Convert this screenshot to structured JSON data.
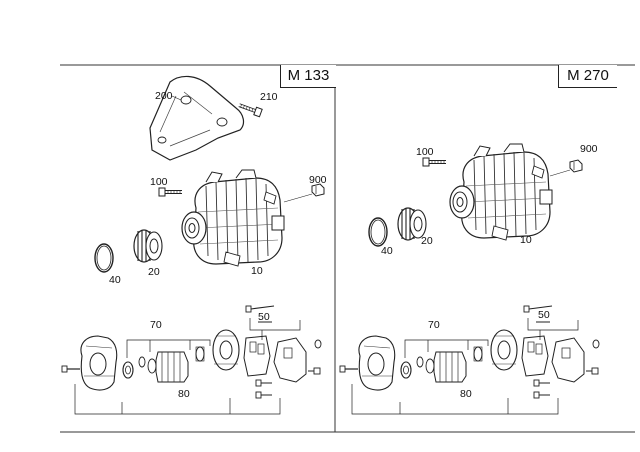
{
  "panels": [
    {
      "engine": "M 133",
      "callouts": {
        "housing": "10",
        "pulley": "20",
        "bracket": "200",
        "bracket_bolt": "210",
        "pulley_bolt": "100",
        "cap": "900",
        "ring": "40",
        "kit_upper": "70",
        "regulator": "50",
        "kit_lower": "80"
      }
    },
    {
      "engine": "M 270",
      "callouts": {
        "housing": "10",
        "pulley": "20",
        "pulley_bolt": "100",
        "cap": "900",
        "ring": "40",
        "kit_upper": "70",
        "regulator": "50",
        "kit_lower": "80"
      }
    }
  ]
}
